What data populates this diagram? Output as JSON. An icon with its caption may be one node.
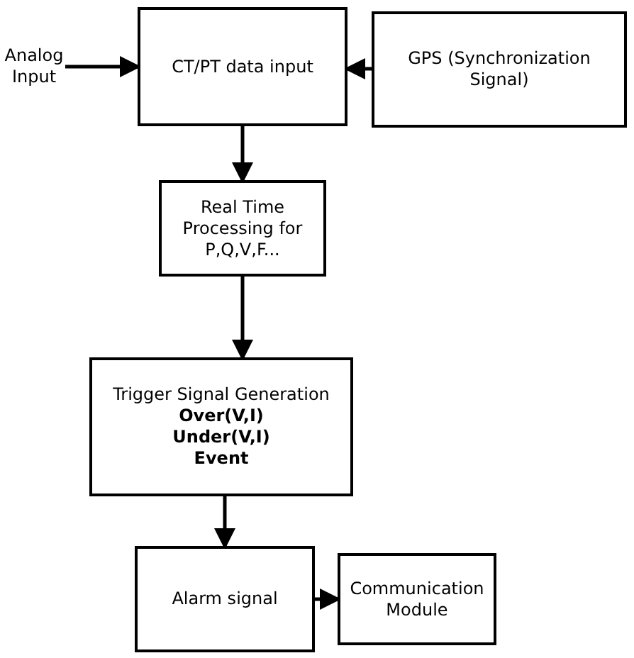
{
  "diagram": {
    "nodes": [
      {
        "text": [
          "Analog Input"
        ]
      },
      {
        "text": [
          "CT/PT data input"
        ]
      },
      {
        "text": [
          "GPS (Synchronization Signal)"
        ]
      },
      {
        "text": [
          "Real Time Processing for P,Q,V,F..."
        ]
      },
      {
        "text": [
          "Trigger Signal Generation",
          "Over(V,I)",
          "Under(V,I)",
          "Event"
        ]
      },
      {
        "text": [
          "Alarm signal"
        ]
      },
      {
        "text": [
          "Communication Module"
        ]
      }
    ],
    "edges": [
      {
        "from": 0,
        "to": 1,
        "arrow": "to"
      },
      {
        "from": 2,
        "to": 1,
        "arrow": "to"
      },
      {
        "from": 1,
        "to": 3,
        "arrow": "to"
      },
      {
        "from": 3,
        "to": 4,
        "arrow": "to"
      },
      {
        "from": 4,
        "to": 5,
        "arrow": "to"
      },
      {
        "from": 5,
        "to": 6,
        "arrow": "to"
      }
    ]
  }
}
